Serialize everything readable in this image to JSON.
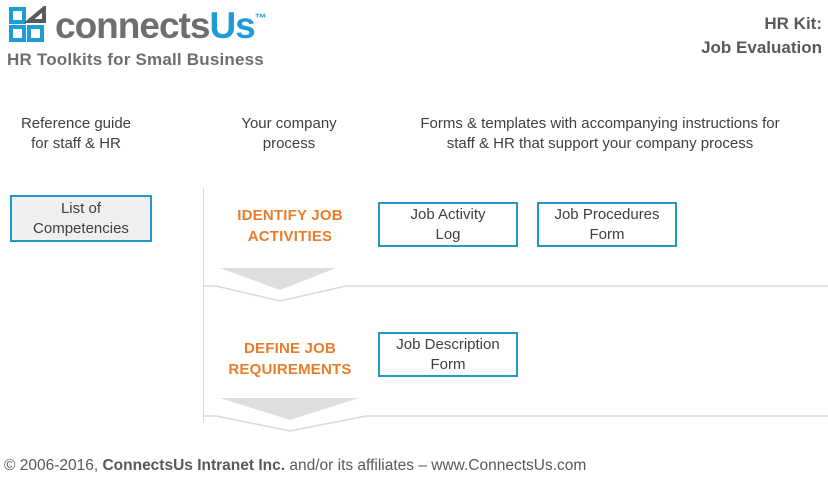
{
  "header": {
    "brand": {
      "connects": "connects",
      "us": "Us",
      "trademark": "™",
      "tagline": "HR Toolkits for Small Business"
    },
    "kit": {
      "label": "HR Kit:",
      "name": "Job Evaluation"
    }
  },
  "columns": [
    {
      "label": "Reference guide\nfor staff & HR"
    },
    {
      "label": "Your company\nprocess"
    },
    {
      "label": "Forms &  templates with accompanying instructions for\nstaff & HR that support your company process"
    }
  ],
  "reference_box": {
    "label": "List of\nCompetencies"
  },
  "process": {
    "steps": [
      {
        "label": "IDENTIFY JOB\nACTIVITIES",
        "forms": [
          {
            "label": "Job Activity\nLog"
          },
          {
            "label": "Job Procedures\nForm"
          }
        ]
      },
      {
        "label": "DEFINE JOB\nREQUIREMENTS",
        "forms": [
          {
            "label": "Job Description\nForm"
          }
        ]
      }
    ]
  },
  "footer": {
    "copyright_prefix": "© 2006-2016, ",
    "company": "ConnectsUs Intranet Inc.",
    "copyright_suffix": " and/or its affiliates – www.ConnectsUs.com"
  },
  "colors": {
    "logo_blue": "#1e9cd8",
    "logo_gray": "#6d6e71",
    "box_border_blue": "#2496c8",
    "step_orange": "#e87d2b",
    "title_gray": "#595959",
    "text_gray": "#404040",
    "line_gray": "#d9d9d9",
    "chevron_gray": "#dedede",
    "reference_box_fill": "#efefef"
  }
}
